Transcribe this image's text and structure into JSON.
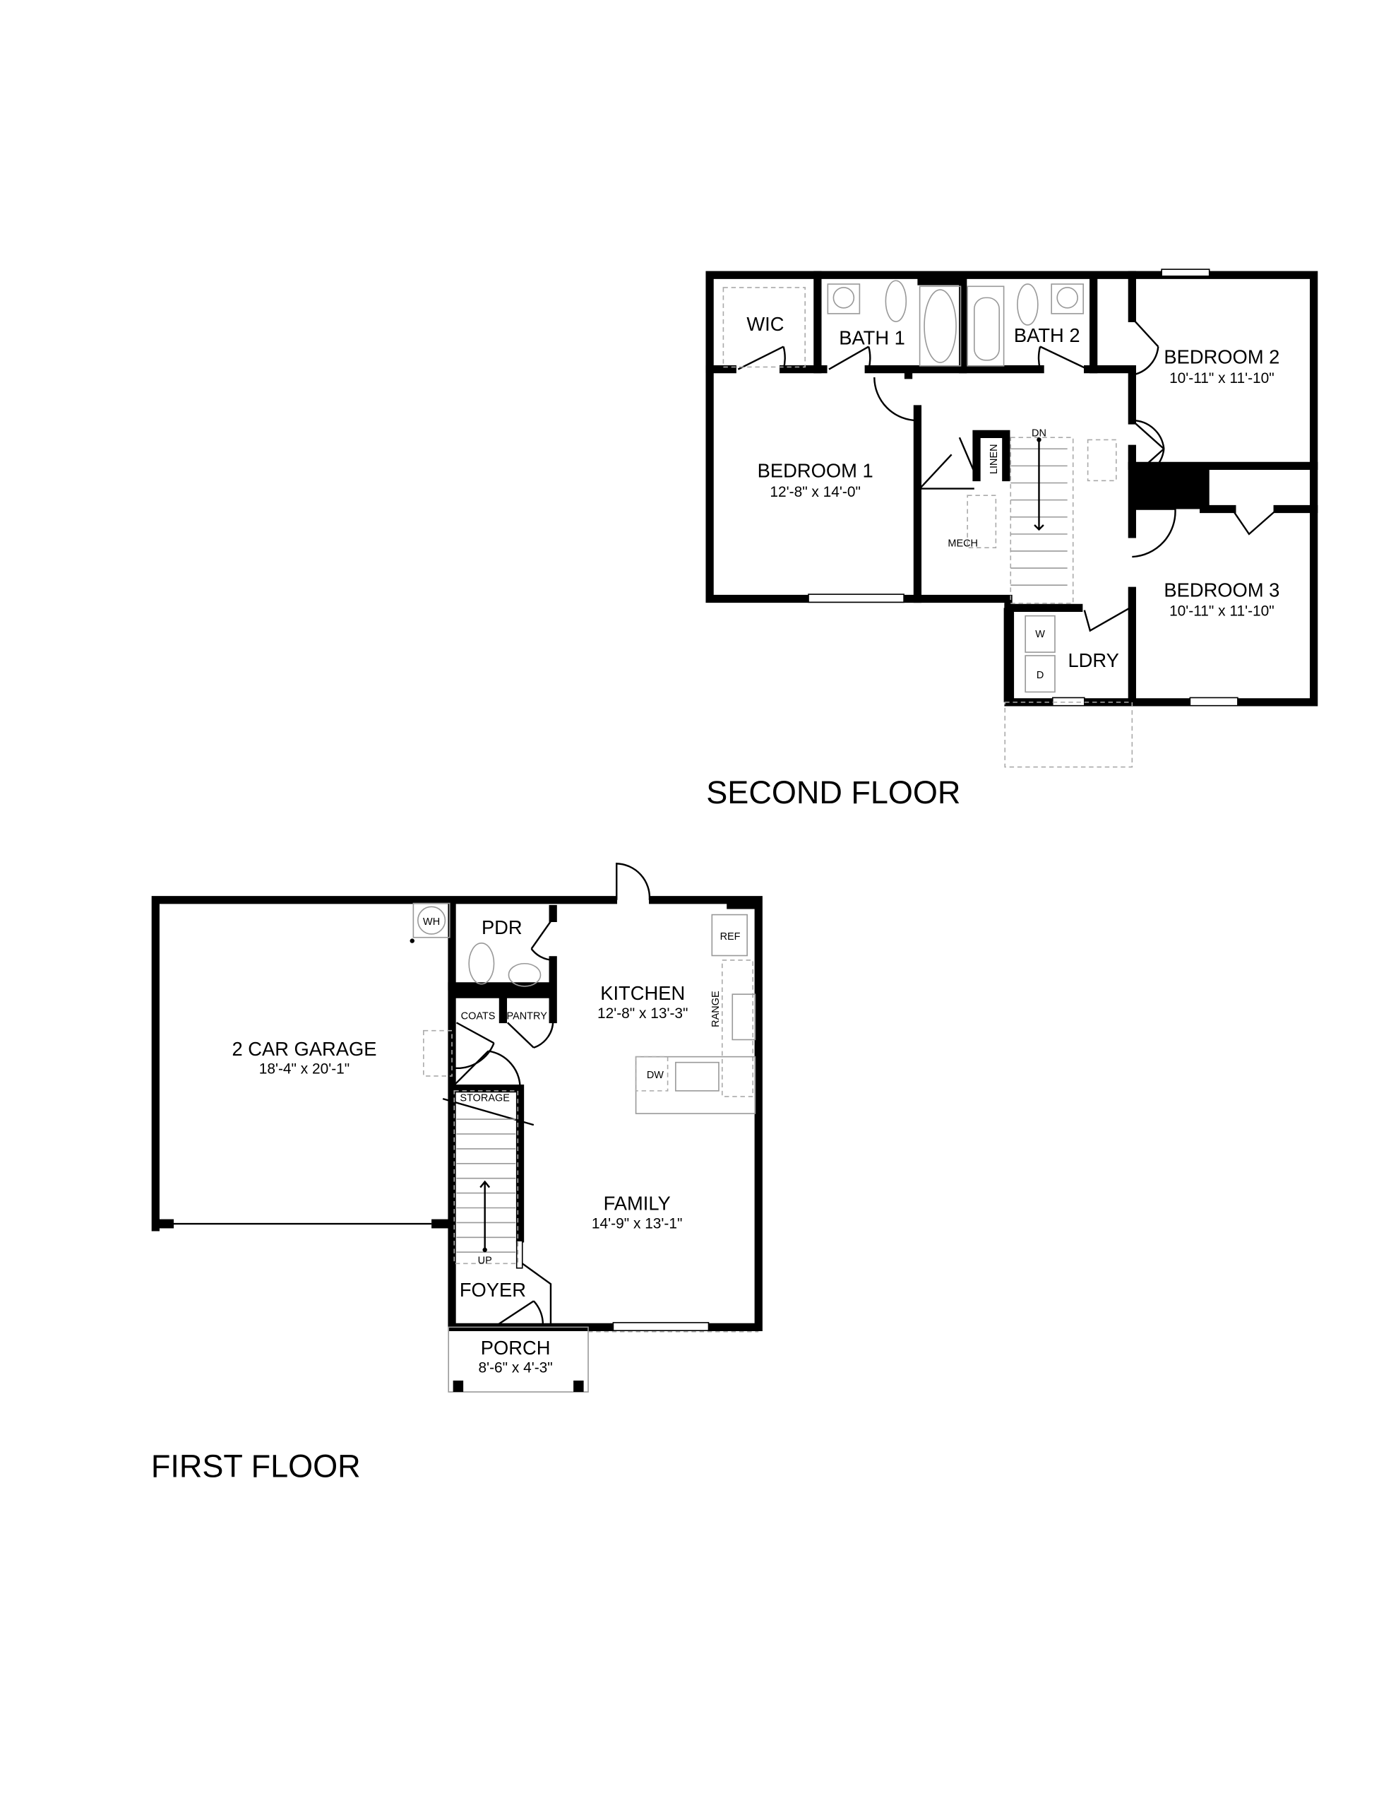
{
  "second_floor": {
    "title": "SECOND FLOOR",
    "rooms": {
      "wic": "WIC",
      "bath1": "BATH 1",
      "bath2": "BATH 2",
      "bedroom1": {
        "name": "BEDROOM 1",
        "size": "12'-8\" x 14'-0\""
      },
      "bedroom2": {
        "name": "BEDROOM 2",
        "size": "10'-11\" x 11'-10\""
      },
      "bedroom3": {
        "name": "BEDROOM 3",
        "size": "10'-11\" x 11'-10\""
      },
      "linen": "LINEN",
      "mech": "MECH",
      "ldry": "LDRY",
      "stairs": "DN",
      "washer": "W",
      "dryer": "D"
    }
  },
  "first_floor": {
    "title": "FIRST FLOOR",
    "rooms": {
      "garage": {
        "name": "2 CAR GARAGE",
        "size": "18'-4\" x 20'-1\""
      },
      "wh": "WH",
      "pdr": "PDR",
      "coats": "COATS",
      "pantry": "PANTRY",
      "kitchen": {
        "name": "KITCHEN",
        "size": "12'-8\" x 13'-3\""
      },
      "ref": "REF",
      "range": "RANGE",
      "dw": "DW",
      "storage": "STORAGE",
      "family": {
        "name": "FAMILY",
        "size": "14'-9\" x 13'-1\""
      },
      "stairs": "UP",
      "foyer": "FOYER",
      "porch": {
        "name": "PORCH",
        "size": "8'-6\" x 4'-3\""
      }
    }
  }
}
